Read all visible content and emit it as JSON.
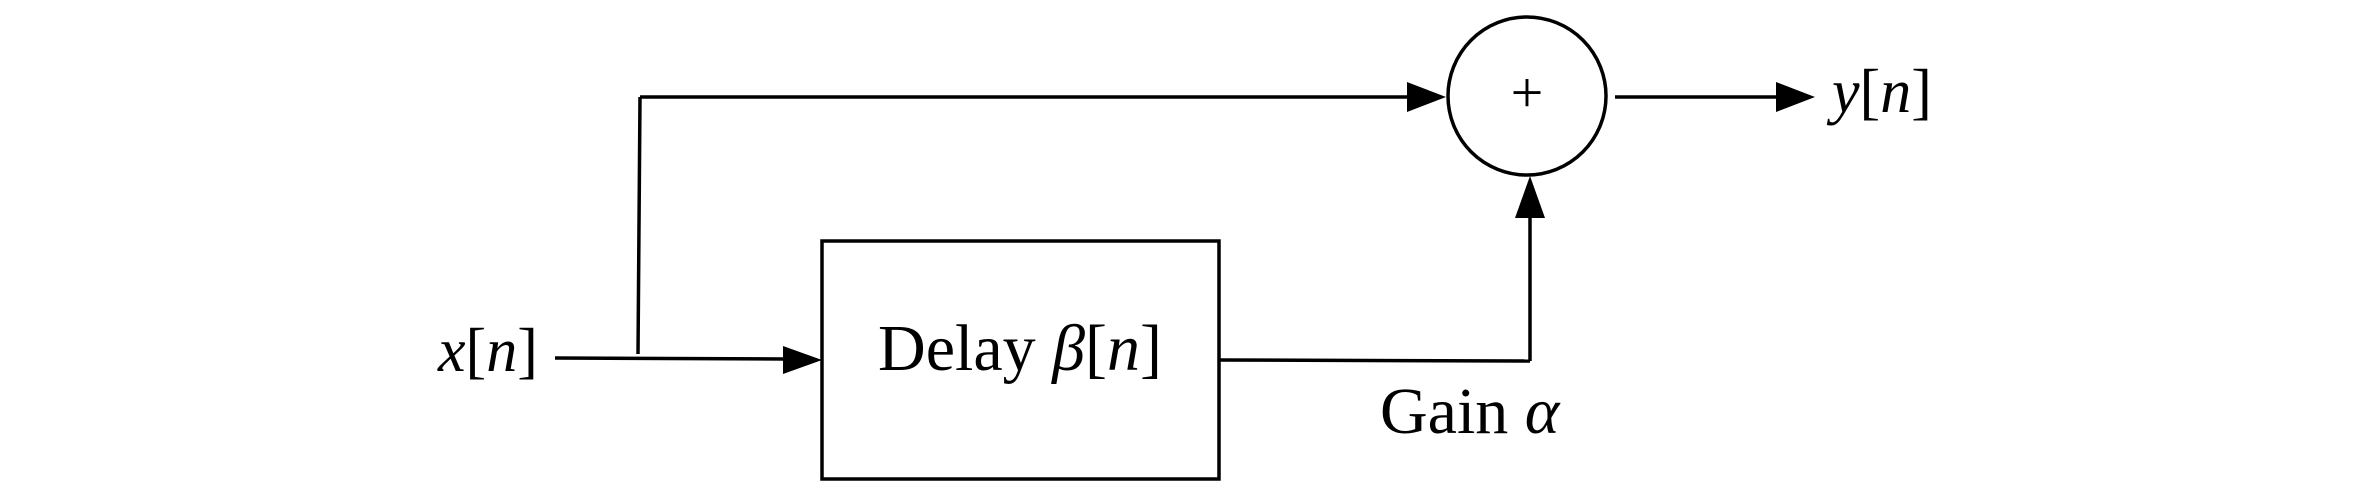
{
  "diagram": {
    "input": {
      "var": "x",
      "open": "[",
      "index": "n",
      "close": "]"
    },
    "output": {
      "var": "y",
      "open": "[",
      "index": "n",
      "close": "]"
    },
    "delay_block": {
      "word": "Delay ",
      "symbol": "β",
      "open": "[",
      "index": "n",
      "close": "]"
    },
    "gain": {
      "word": "Gain ",
      "symbol": "α"
    },
    "summer": {
      "symbol": "+"
    }
  }
}
